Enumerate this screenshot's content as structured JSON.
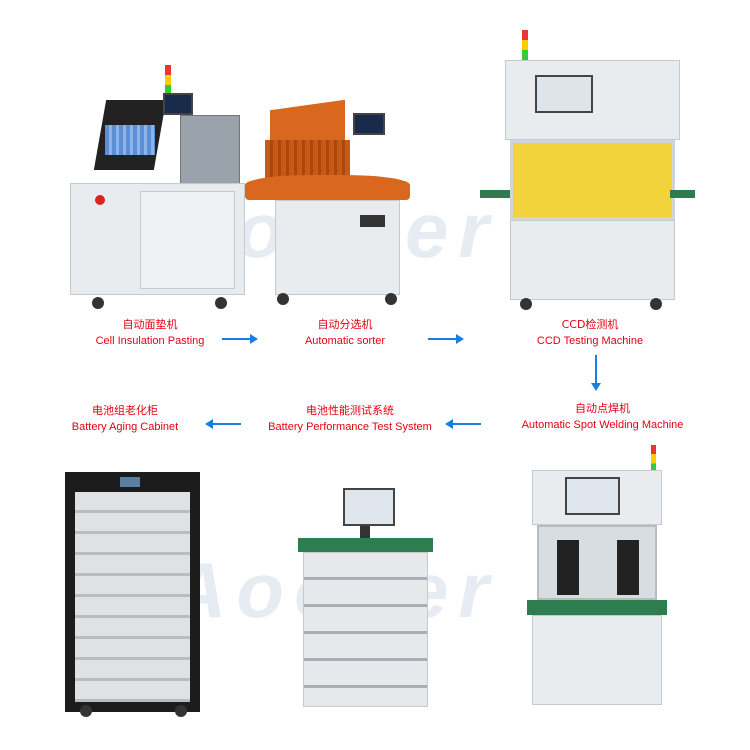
{
  "watermark": "Aooser",
  "steps": [
    {
      "cn": "自动面垫机",
      "en": "Cell Insulation Pasting"
    },
    {
      "cn": "自动分选机",
      "en": "Automatic sorter"
    },
    {
      "cn": "CCD检测机",
      "en": "CCD Testing Machine"
    },
    {
      "cn": "自动点焊机",
      "en": "Automatic Spot Welding Machine"
    },
    {
      "cn": "电池性能测试系统",
      "en": "Battery Performance Test System"
    },
    {
      "cn": "电池组老化柜",
      "en": "Battery Aging Cabinet"
    }
  ],
  "colors": {
    "label": "#e60012",
    "arrow": "#1a7fe0"
  }
}
